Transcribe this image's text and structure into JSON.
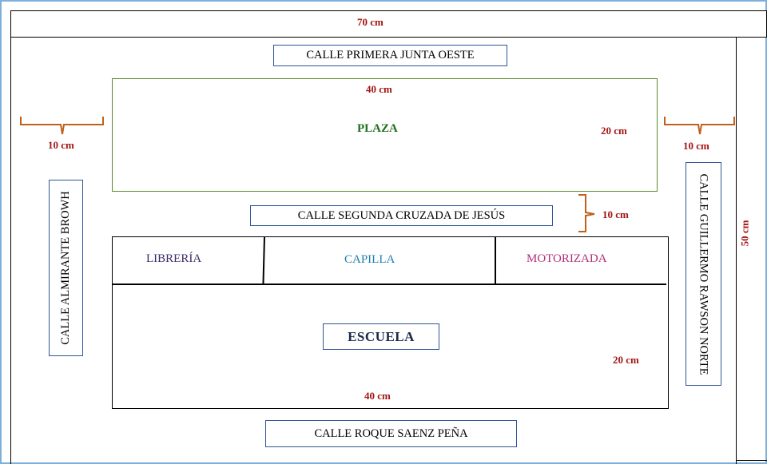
{
  "dimensions": {
    "total_width": "70 cm",
    "total_height": "50 cm",
    "left_margin": "10 cm",
    "right_margin": "10 cm",
    "plaza_width": "40 cm",
    "plaza_height": "20 cm",
    "middle_street": "10 cm",
    "school_width": "40 cm",
    "school_height": "20 cm"
  },
  "streets": {
    "north": "CALLE PRIMERA JUNTA OESTE",
    "middle": "CALLE SEGUNDA CRUZADA DE JESÚS",
    "south": "CALLE ROQUE SAENZ PEÑA",
    "west": "CALLE ALMIRANTE BROWH",
    "east": "CALLE GUILLERMO RAWSON NORTE"
  },
  "blocks": {
    "plaza": "PLAZA",
    "libreria": "LIBRERÍA",
    "capilla": "CAPILLA",
    "motorizada": "MOTORIZADA",
    "escuela": "ESCUELA"
  },
  "colors": {
    "dimension": "#a31515",
    "plaza_border": "#5a8a2c",
    "plaza_text": "#1f6f1f",
    "street_border": "#2e5597",
    "libreria_text": "#3b2a6b",
    "capilla_text": "#1f7fae",
    "motorizada_text": "#b0307a",
    "escuela_text": "#1b2a4a",
    "brace": "#c0601a"
  }
}
